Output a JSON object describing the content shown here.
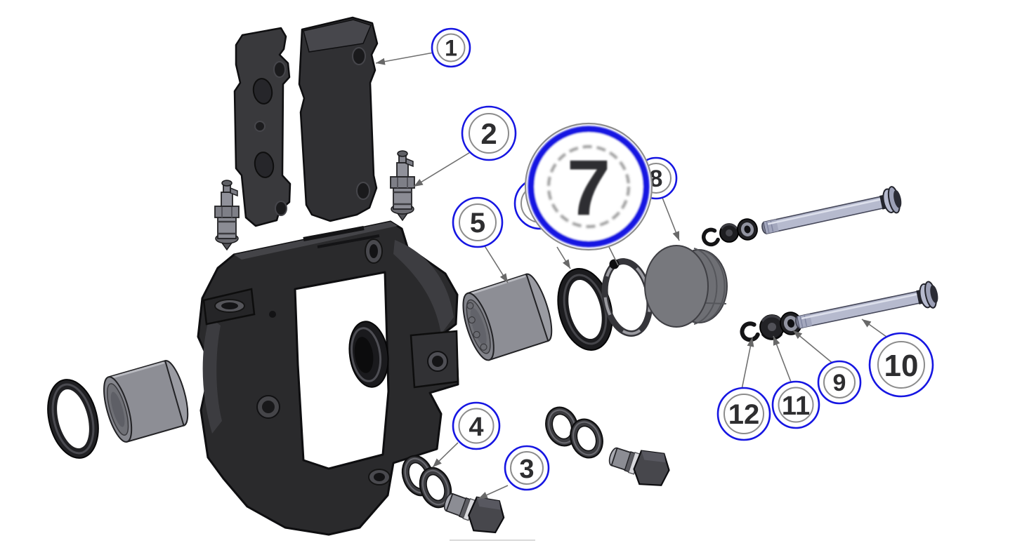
{
  "diagram": {
    "kind": "exploded-parts-diagram",
    "subject": "brake-caliper-assembly"
  },
  "palette": {
    "background": "#ffffff",
    "callout_ring_blue": "#1616e2",
    "callout_inner_ring": "#8c8c8c",
    "callout_number": "#2e2e30",
    "leader_line": "#707070",
    "part_dark": "#2a2a2c",
    "part_mid_gray": "#8b8c93",
    "pin_lavender": "#b6bace"
  },
  "callouts": [
    {
      "id": "1",
      "label": "1"
    },
    {
      "id": "2",
      "label": "2"
    },
    {
      "id": "3",
      "label": "3"
    },
    {
      "id": "4",
      "label": "4"
    },
    {
      "id": "5",
      "label": "5"
    },
    {
      "id": "8",
      "label": "8"
    },
    {
      "id": "9",
      "label": "9"
    },
    {
      "id": "10",
      "label": "10"
    },
    {
      "id": "11",
      "label": "11"
    },
    {
      "id": "12",
      "label": "12"
    }
  ],
  "magnified_callout": {
    "label": "7"
  }
}
